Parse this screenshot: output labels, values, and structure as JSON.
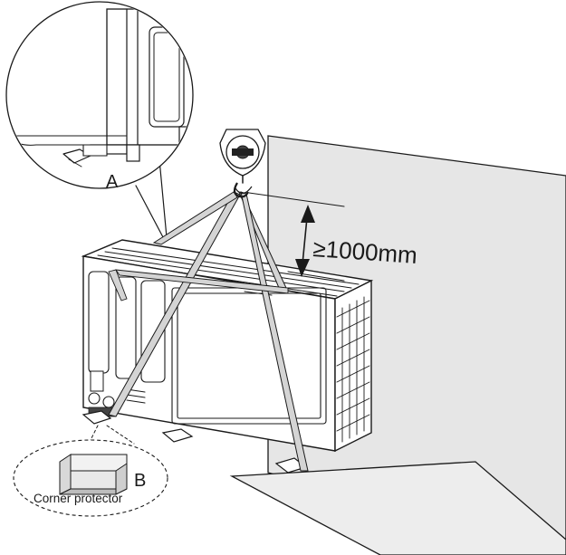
{
  "callouts": {
    "detail_a": "A",
    "detail_b": "B",
    "corner_protector": "Corner protector"
  },
  "dimension": {
    "clearance": "≥1000mm"
  },
  "colors": {
    "line": "#1a1a1a",
    "wall": "#e6e6e6",
    "strap": "#d4d4d4",
    "floor": "#ededed"
  },
  "icons": [
    "pulley-icon",
    "hook-icon",
    "dimension-arrow-icon"
  ]
}
